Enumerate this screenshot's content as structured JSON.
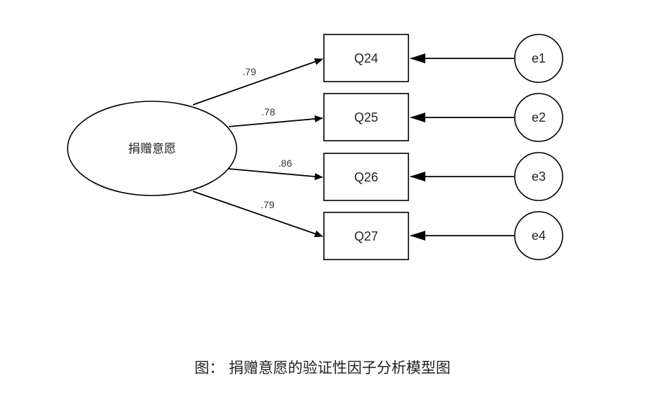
{
  "diagram": {
    "factor": {
      "label": "捐赠意愿"
    },
    "indicators": [
      {
        "label": "Q24",
        "loading": ".79",
        "error": "e1"
      },
      {
        "label": "Q25",
        "loading": ".78",
        "error": "e2"
      },
      {
        "label": "Q26",
        "loading": ".86",
        "error": "e3"
      },
      {
        "label": "Q27",
        "loading": ".79",
        "error": "e4"
      }
    ]
  },
  "caption": "图： 捐赠意愿的验证性因子分析模型图"
}
